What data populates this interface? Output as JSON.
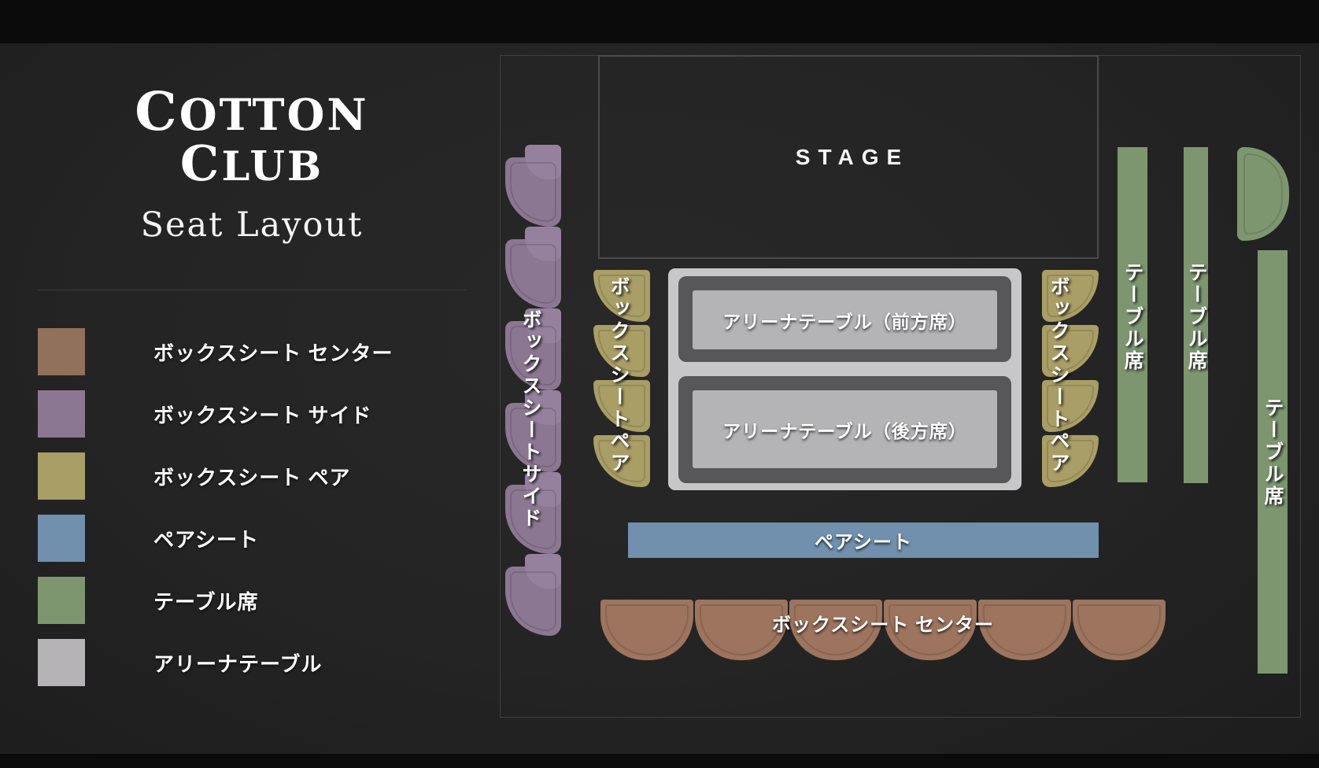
{
  "branding": {
    "logo_line1": "COTTON",
    "logo_line2": "CLUB",
    "subtitle": "Seat Layout"
  },
  "colors": {
    "box_center": "#9d745e",
    "box_center_legend": "#91705c",
    "box_side": "#8c7792",
    "box_side_hi": "#95819e",
    "box_pair": "#a99e66",
    "pair_seat": "#7090ad",
    "table_seat": "#7d9670",
    "arena_legend": "#b5b3b5",
    "arena_outer_frame": "#c7c7c9",
    "arena_dark_frame": "#57575a",
    "arena_light_panel": "#b4b4b6"
  },
  "legend": {
    "items": [
      {
        "label": "ボックスシート センター"
      },
      {
        "label": "ボックスシート サイド"
      },
      {
        "label": "ボックスシート ペア"
      },
      {
        "label": "ペアシート"
      },
      {
        "label": "テーブル席"
      },
      {
        "label": "アリーナテーブル"
      }
    ]
  },
  "seat_map": {
    "stage_label": "STAGE",
    "side_column": {
      "label": "ボックスシートサイド",
      "seats": 6
    },
    "pair_columns": {
      "label": "ボックスシートペア",
      "left_seats": 4,
      "right_seats": 4
    },
    "arena": {
      "front_label": "アリーナテーブル（前方席）",
      "rear_label": "アリーナテーブル（後方席）"
    },
    "pair_bench_label": "ペアシート",
    "center_row": {
      "label": "ボックスシート センター",
      "seats": 6
    },
    "table_label": "テーブル席"
  }
}
